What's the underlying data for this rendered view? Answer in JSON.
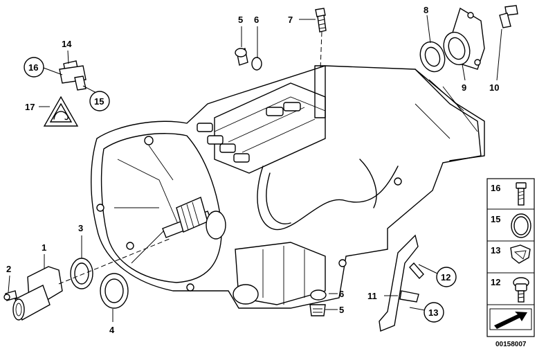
{
  "callouts": {
    "c1": "1",
    "c2": "2",
    "c3": "3",
    "c4": "4",
    "c5a": "5",
    "c6a": "6",
    "c7": "7",
    "c8": "8",
    "c9": "9",
    "c10": "10",
    "c11": "11",
    "c12": "12",
    "c13": "13",
    "c14": "14",
    "c15": "15",
    "c16": "16",
    "c17": "17",
    "c6b": "6",
    "c5b": "5"
  },
  "side_panel": {
    "items": [
      {
        "label": "16",
        "icon": "bolt-icon"
      },
      {
        "label": "15",
        "icon": "sealing-ring-icon"
      },
      {
        "label": "13",
        "icon": "clip-nut-icon"
      },
      {
        "label": "12",
        "icon": "collar-screw-icon"
      }
    ],
    "direction_icon": "arrow-icon"
  },
  "drawing_id": "00158007",
  "colors": {
    "line": "#000000",
    "background": "#ffffff"
  }
}
